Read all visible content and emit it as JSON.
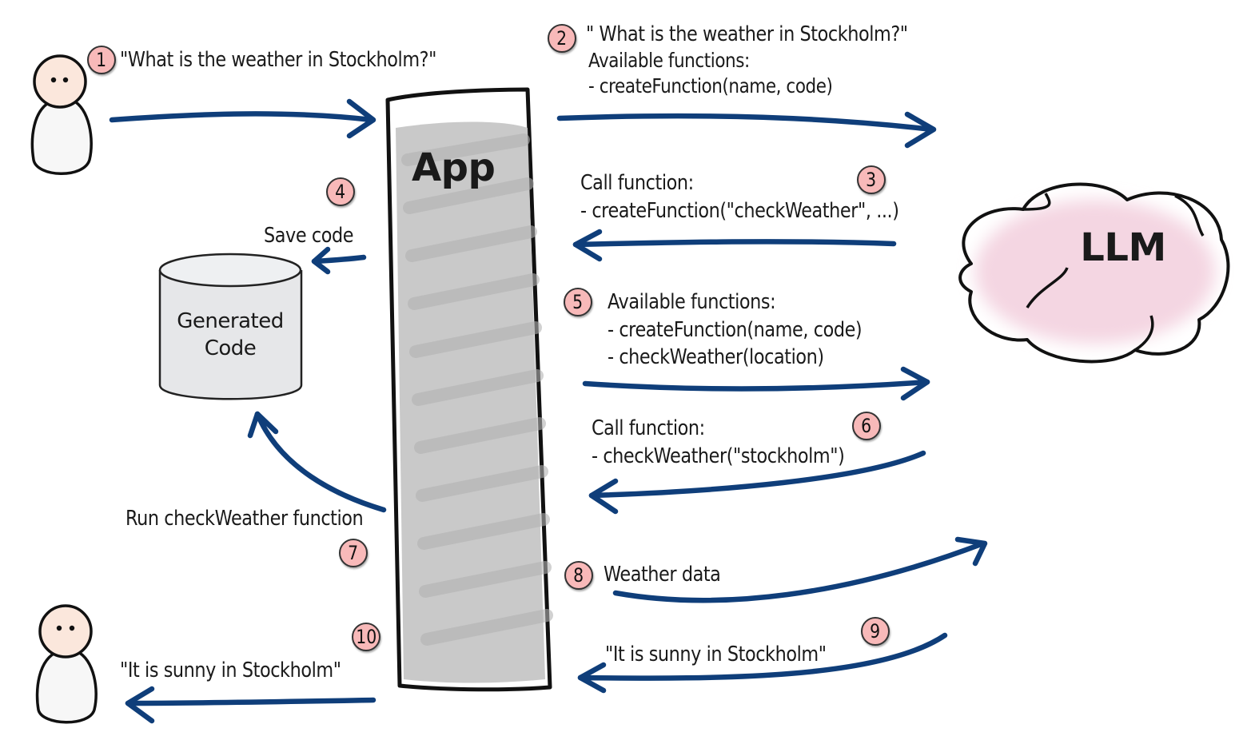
{
  "steps": [
    {
      "number": "1",
      "lines": [
        "\"What is the weather in Stockholm?\""
      ]
    },
    {
      "number": "2",
      "lines": [
        "\" What is the weather in Stockholm?\"",
        "Available functions:",
        "- createFunction(name, code)"
      ]
    },
    {
      "number": "3",
      "lines": [
        "Call function:",
        "- createFunction(\"checkWeather\", ...)"
      ]
    },
    {
      "number": "4",
      "lines": [
        "Save code"
      ]
    },
    {
      "number": "5",
      "lines": [
        "Available functions:",
        "- createFunction(name, code)",
        "- checkWeather(location)"
      ]
    },
    {
      "number": "6",
      "lines": [
        "Call function:",
        "- checkWeather(\"stockholm\")"
      ]
    },
    {
      "number": "7",
      "lines": [
        "Run checkWeather function"
      ]
    },
    {
      "number": "8",
      "lines": [
        "Weather data"
      ]
    },
    {
      "number": "9",
      "lines": [
        "\"It is sunny in Stockholm\""
      ]
    },
    {
      "number": "10",
      "lines": [
        "\"It is sunny in Stockholm\""
      ]
    }
  ],
  "nodes": {
    "app": "App",
    "llm": "LLM",
    "database": [
      "Generated",
      "Code"
    ],
    "user_icon": "person-icon"
  },
  "colors": {
    "arrow": "#0f3e7a",
    "badge": "#f8b9b9",
    "app_fill": "#c6c6c6",
    "cloud_fill": "#f4d6e2",
    "database_fill": "#e6e7e9"
  }
}
